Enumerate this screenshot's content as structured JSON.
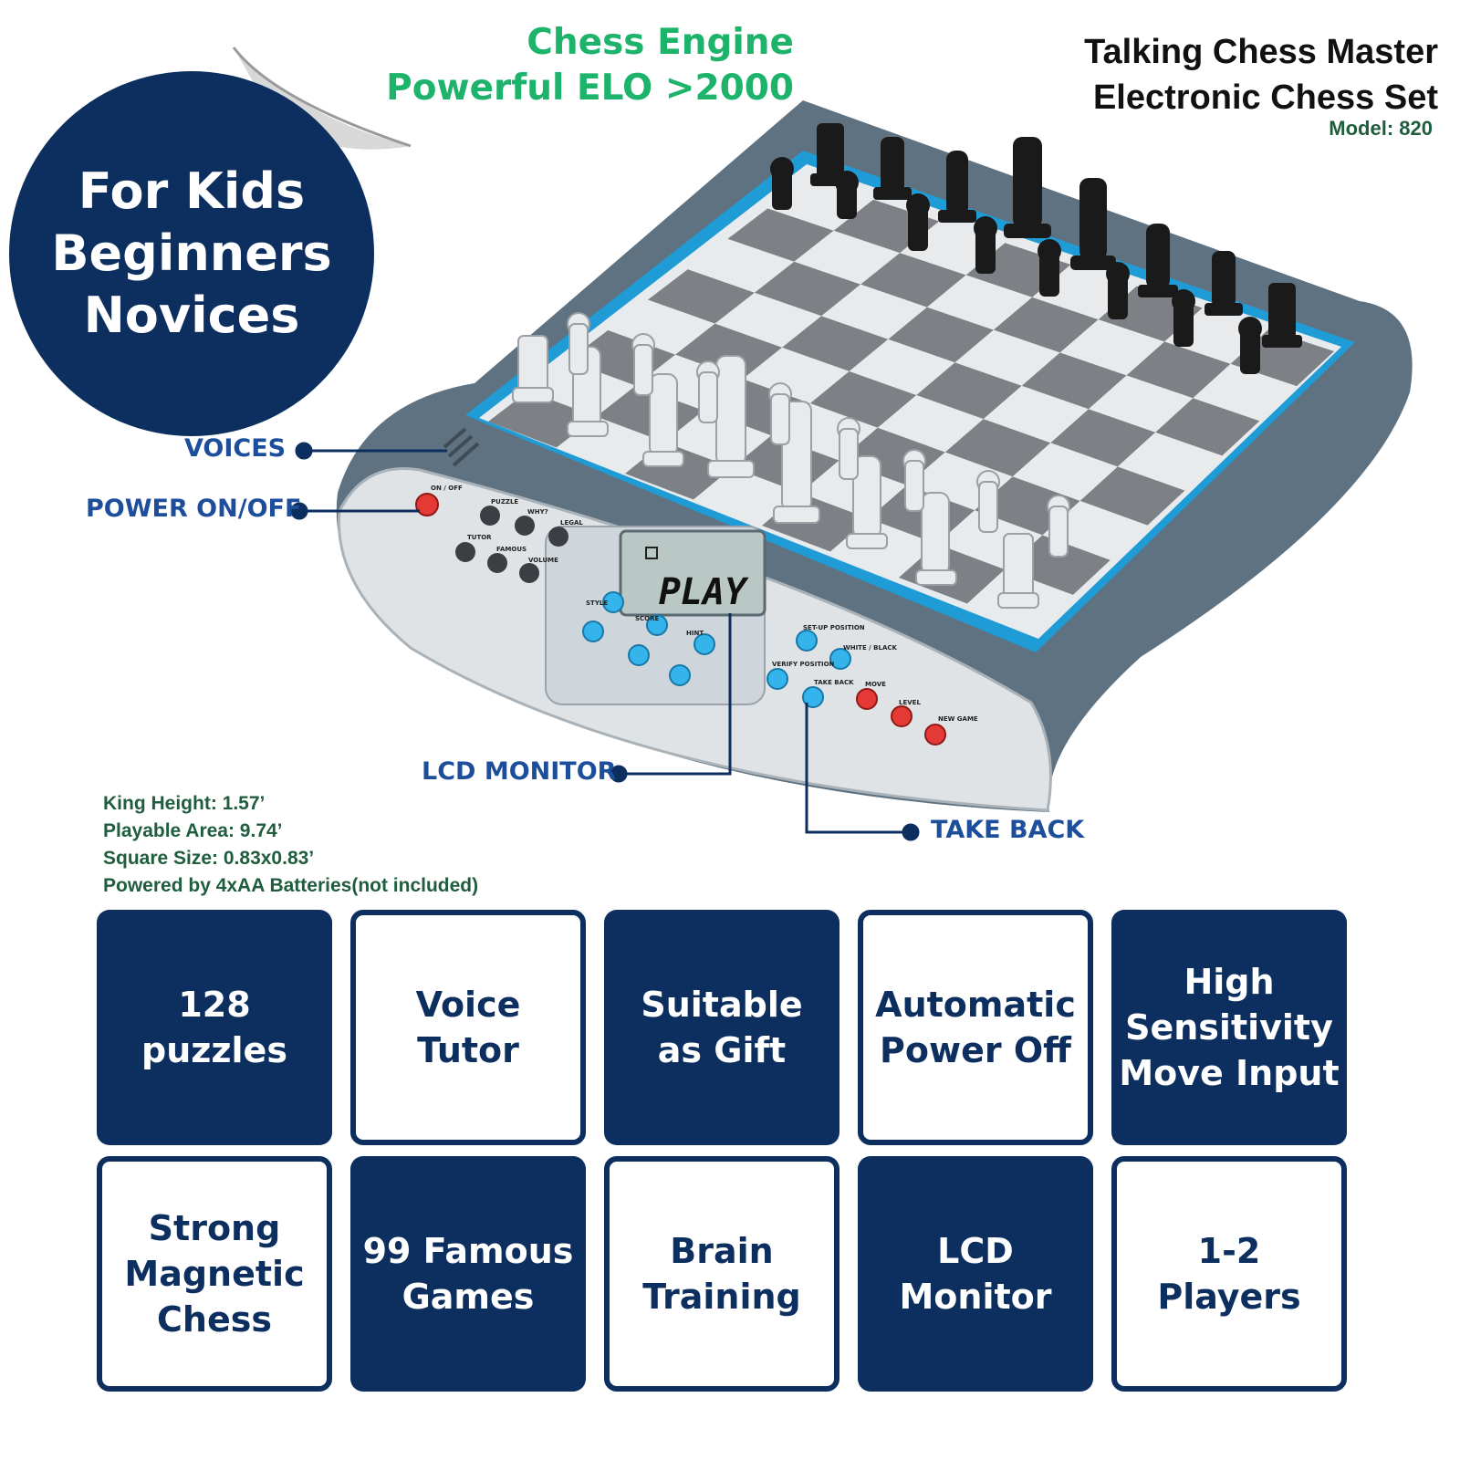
{
  "engine": {
    "line1": "Chess Engine",
    "line2": "Powerful ELO >2000"
  },
  "title": {
    "line1": "Talking Chess Master",
    "line2": "Electronic Chess Set",
    "model": "Model: 820"
  },
  "audience": [
    "For Kids",
    "Beginners",
    "Novices"
  ],
  "callouts": {
    "voices": "VOICES",
    "power": "POWER ON/OFF",
    "lcd": "LCD MONITOR",
    "take_back": "TAKE BACK"
  },
  "lcd_text": "PLAY",
  "device_labels": {
    "on_off": "ON / OFF",
    "puzzle": "PUZZLE",
    "why": "WHY?",
    "legal": "LEGAL",
    "tutor": "TUTOR",
    "famous": "FAMOUS",
    "volume": "VOLUME",
    "style": "STYLE",
    "score": "SCORE",
    "hint": "HINT",
    "setup": "SET-UP POSITION",
    "white_black": "WHITE / BLACK",
    "verify": "VERIFY POSITION",
    "take_back": "TAKE BACK",
    "move": "MOVE",
    "level": "LEVEL",
    "new_game": "NEW GAME"
  },
  "specs": [
    "King Height: 1.57’",
    "Playable Area: 9.74’",
    "Square Size: 0.83x0.83’",
    "Powered by 4xAA Batteries(not included)"
  ],
  "features": [
    {
      "label": "128\npuzzles",
      "style": "dark"
    },
    {
      "label": "Voice\nTutor",
      "style": "light"
    },
    {
      "label": "Suitable\nas Gift",
      "style": "dark"
    },
    {
      "label": "Automatic\nPower Off",
      "style": "light"
    },
    {
      "label": "High\nSensitivity\nMove Input",
      "style": "dark"
    },
    {
      "label": "Strong\nMagnetic\nChess",
      "style": "light"
    },
    {
      "label": "99 Famous\nGames",
      "style": "dark"
    },
    {
      "label": "Brain\nTraining",
      "style": "light"
    },
    {
      "label": "LCD\nMonitor",
      "style": "dark"
    },
    {
      "label": "1-2\nPlayers",
      "style": "light"
    }
  ],
  "colors": {
    "navy": "#0c2f5f",
    "callout_blue": "#1c4e9b",
    "engine_green": "#1db36b",
    "spec_green": "#1f5d3e"
  }
}
